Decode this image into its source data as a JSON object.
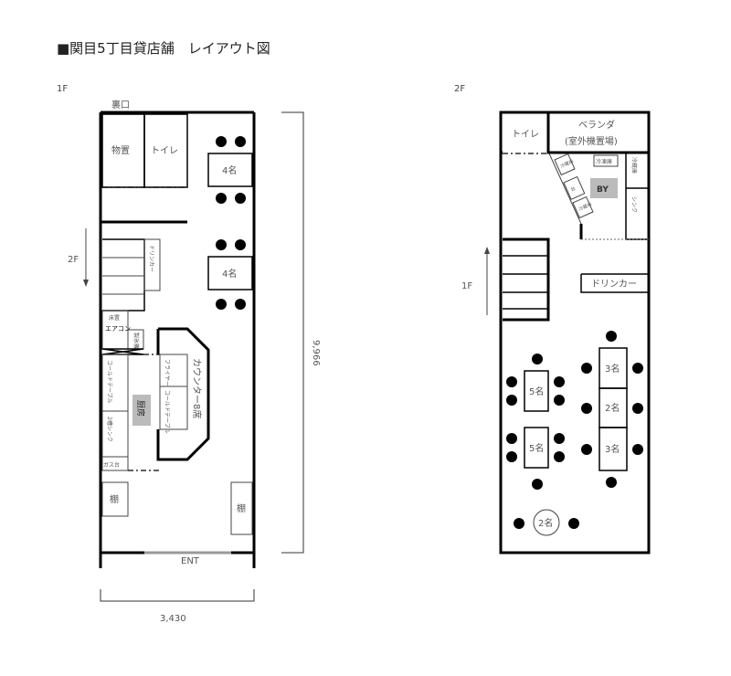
{
  "title": "■関目5丁目貸店舗　レイアウト図",
  "floor1": {
    "label": "1F",
    "back_door": "裏口",
    "storage": "物置",
    "toilet": "トイレ",
    "table_4a": "4名",
    "table_4b": "4名",
    "stairs_label": "2F",
    "drinker": "ドリンカー",
    "aircon_floor": "床置",
    "aircon": "エアコン",
    "ice_machine": "製氷機",
    "cold_table": "コールドテーブル",
    "kitchen": "厨房",
    "sink": "2槽シンク",
    "gas": "ガス台",
    "fryer": "フライヤー",
    "cold_table2": "コールドテーブル",
    "counter": "カウンター8席",
    "shelf_left": "棚",
    "shelf_right": "棚",
    "entrance": "ENT",
    "height_dim": "9,966",
    "width_dim": "3,430"
  },
  "floor2": {
    "label": "2F",
    "toilet": "トイレ",
    "veranda": "ベランダ",
    "veranda_sub": "(室外機置場)",
    "freezer": "冷凍庫",
    "fridge": "冷蔵庫",
    "sink": "シンク",
    "by": "BY",
    "fridge_a": "冷蔵庫",
    "table_small": "台",
    "fridge_b": "冷蔵庫",
    "stairs_label": "1F",
    "drinker": "ドリンカー",
    "table_5a": "5名",
    "table_5b": "5名",
    "table_3a": "3名",
    "table_2": "2名",
    "table_3b": "3名",
    "round_2": "2名"
  }
}
